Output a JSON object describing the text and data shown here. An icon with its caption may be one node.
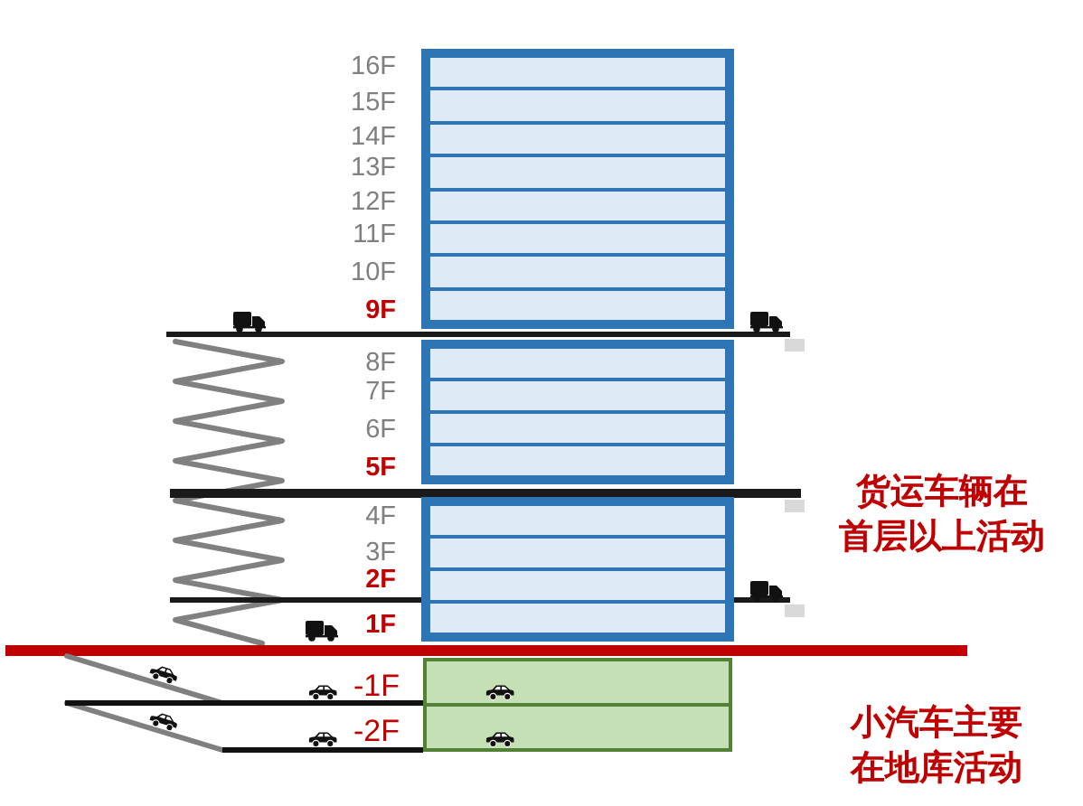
{
  "diagram": {
    "nodes": [
      {
        "text": [],
        "shape": "box"
      },
      {
        "text": [],
        "shape": "box",
        "in": 0,
        "beside": [
          "16F"
        ]
      },
      {
        "text": [],
        "shape": "box",
        "in": 0,
        "beside": [
          "15F"
        ]
      },
      {
        "text": [],
        "shape": "box",
        "in": 0,
        "beside": [
          "14F"
        ]
      },
      {
        "text": [],
        "shape": "box",
        "in": 0,
        "beside": [
          "13F"
        ]
      },
      {
        "text": [],
        "shape": "box",
        "in": 0,
        "beside": [
          "12F"
        ]
      },
      {
        "text": [],
        "shape": "box",
        "in": 0,
        "beside": [
          "11F"
        ]
      },
      {
        "text": [],
        "shape": "box",
        "in": 0,
        "beside": [
          "10F"
        ]
      },
      {
        "text": [],
        "shape": "box",
        "in": 0,
        "beside": [
          "9F"
        ]
      },
      {
        "text": [],
        "shape": "box"
      },
      {
        "text": [],
        "shape": "box",
        "in": 9,
        "beside": [
          "8F"
        ]
      },
      {
        "text": [],
        "shape": "box",
        "in": 9,
        "beside": [
          "7F"
        ]
      },
      {
        "text": [],
        "shape": "box",
        "in": 9,
        "beside": [
          "6F"
        ]
      },
      {
        "text": [],
        "shape": "box",
        "in": 9,
        "beside": [
          "5F"
        ]
      },
      {
        "text": [],
        "shape": "box"
      },
      {
        "text": [],
        "shape": "box",
        "in": 14,
        "beside": [
          "4F"
        ]
      },
      {
        "text": [],
        "shape": "box",
        "in": 14,
        "beside": [
          "3F"
        ]
      },
      {
        "text": [],
        "shape": "box",
        "in": 14,
        "beside": [
          "2F"
        ]
      },
      {
        "text": [],
        "shape": "box",
        "in": 14,
        "beside": [
          "1F"
        ]
      },
      {
        "text": [],
        "shape": "box",
        "beside": [
          "-1F"
        ]
      },
      {
        "text": [],
        "shape": "box",
        "beside": [
          "-2F"
        ]
      }
    ],
    "labels": [
      "货运车辆在首层以上活动",
      "小汽车主要在地库活动"
    ]
  }
}
